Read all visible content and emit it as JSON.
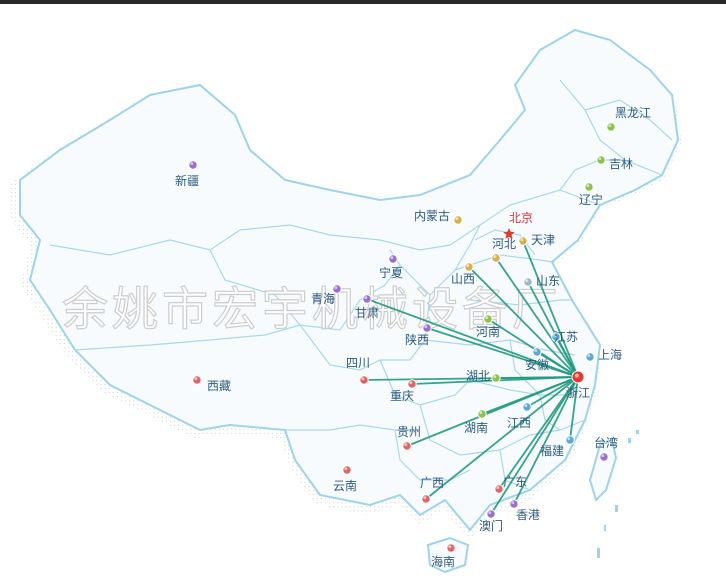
{
  "watermark": "余姚市宏宇机械设备厂",
  "colors": {
    "land": "#f7fbfd",
    "border": "#9fd3ea",
    "line": "#1f9a7d",
    "hub": "#e23a2f",
    "capital": "#d8333a",
    "label": "#2f5b80"
  },
  "hub": "浙江",
  "provinces": [
    {
      "name": "黑龙江",
      "dot": "#8bc34a"
    },
    {
      "name": "吉林",
      "dot": "#8bc34a"
    },
    {
      "name": "辽宁",
      "dot": "#8bc34a"
    },
    {
      "name": "新疆",
      "dot": "#9b6fd0"
    },
    {
      "name": "内蒙古",
      "dot": "#d6b04d"
    },
    {
      "name": "北京",
      "dot": "#e23a2f",
      "capital": true
    },
    {
      "name": "天津",
      "dot": "#d6b04d"
    },
    {
      "name": "河北",
      "dot": "#d6b04d"
    },
    {
      "name": "山西",
      "dot": "#d6b04d"
    },
    {
      "name": "山东",
      "dot": "#9fb6c8"
    },
    {
      "name": "宁夏",
      "dot": "#9b6fd0"
    },
    {
      "name": "青海",
      "dot": "#9b6fd0"
    },
    {
      "name": "甘肃",
      "dot": "#9b6fd0"
    },
    {
      "name": "陕西",
      "dot": "#9b6fd0"
    },
    {
      "name": "河南",
      "dot": "#8bc34a"
    },
    {
      "name": "江苏",
      "dot": "#5aa9d6"
    },
    {
      "name": "上海",
      "dot": "#5aa9d6"
    },
    {
      "name": "安徽",
      "dot": "#5aa9d6"
    },
    {
      "name": "四川",
      "dot": "#e06666"
    },
    {
      "name": "重庆",
      "dot": "#e06666"
    },
    {
      "name": "湖北",
      "dot": "#8bc34a"
    },
    {
      "name": "浙江",
      "dot": "#e23a2f"
    },
    {
      "name": "西藏",
      "dot": "#e06666"
    },
    {
      "name": "贵州",
      "dot": "#e06666"
    },
    {
      "name": "湖南",
      "dot": "#8bc34a"
    },
    {
      "name": "江西",
      "dot": "#5aa9d6"
    },
    {
      "name": "福建",
      "dot": "#5aa9d6"
    },
    {
      "name": "台湾",
      "dot": "#9b6fd0"
    },
    {
      "name": "云南",
      "dot": "#e06666"
    },
    {
      "name": "广西",
      "dot": "#e06666"
    },
    {
      "name": "广东",
      "dot": "#e06666"
    },
    {
      "name": "香港",
      "dot": "#9b6fd0"
    },
    {
      "name": "澳门",
      "dot": "#9b6fd0"
    },
    {
      "name": "海南",
      "dot": "#e06666"
    }
  ],
  "routes": [
    "四川",
    "重庆",
    "贵州",
    "湖南",
    "广西",
    "广东",
    "湖北",
    "甘肃",
    "陕西",
    "山西",
    "河北",
    "天津",
    "河南",
    "安徽",
    "江苏",
    "山东",
    "江西",
    "福建",
    "澳门",
    "香港"
  ]
}
